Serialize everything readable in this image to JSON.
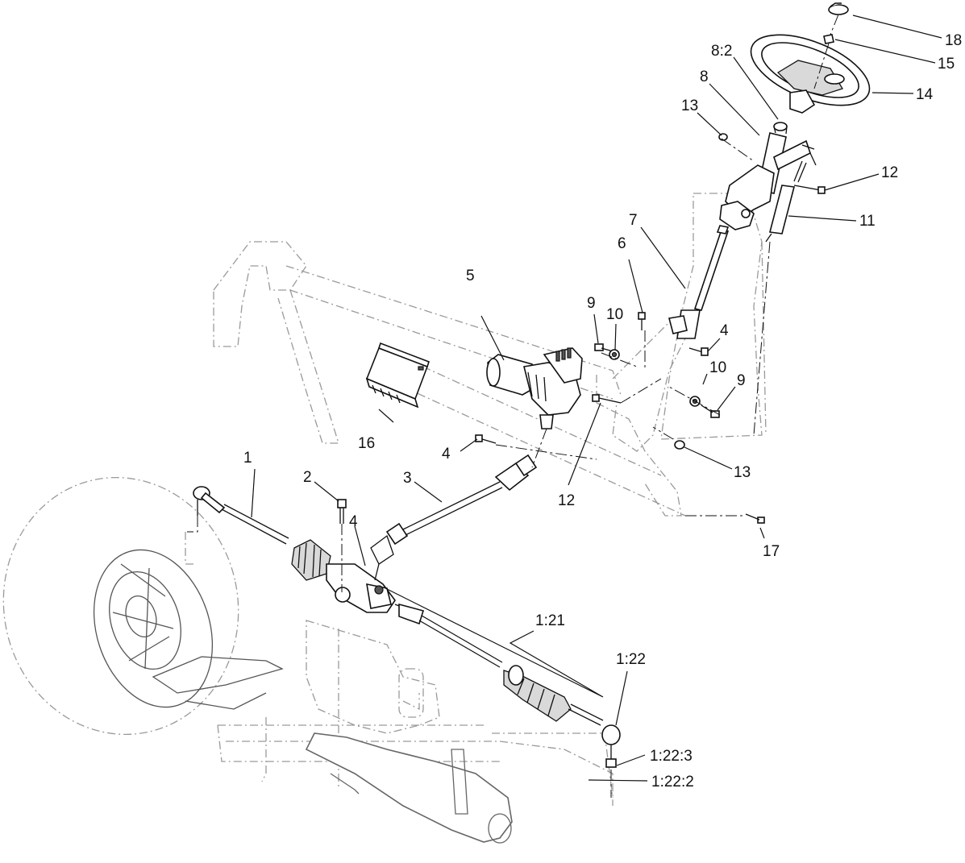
{
  "callouts": {
    "c1": "1",
    "c2": "2",
    "c3": "3",
    "c4a": "4",
    "c4b": "4",
    "c4c": "4",
    "c5": "5",
    "c6": "6",
    "c7": "7",
    "c8": "8",
    "c8_2": "8:2",
    "c9a": "9",
    "c9b": "9",
    "c10a": "10",
    "c10b": "10",
    "c11": "11",
    "c12a": "12",
    "c12b": "12",
    "c13a": "13",
    "c13b": "13",
    "c14": "14",
    "c15": "15",
    "c16": "16",
    "c17": "17",
    "c18": "18",
    "c1_21": "1:21",
    "c1_22": "1:22",
    "c1_22_3": "1:22:3",
    "c1_22_2": "1:22:2"
  }
}
